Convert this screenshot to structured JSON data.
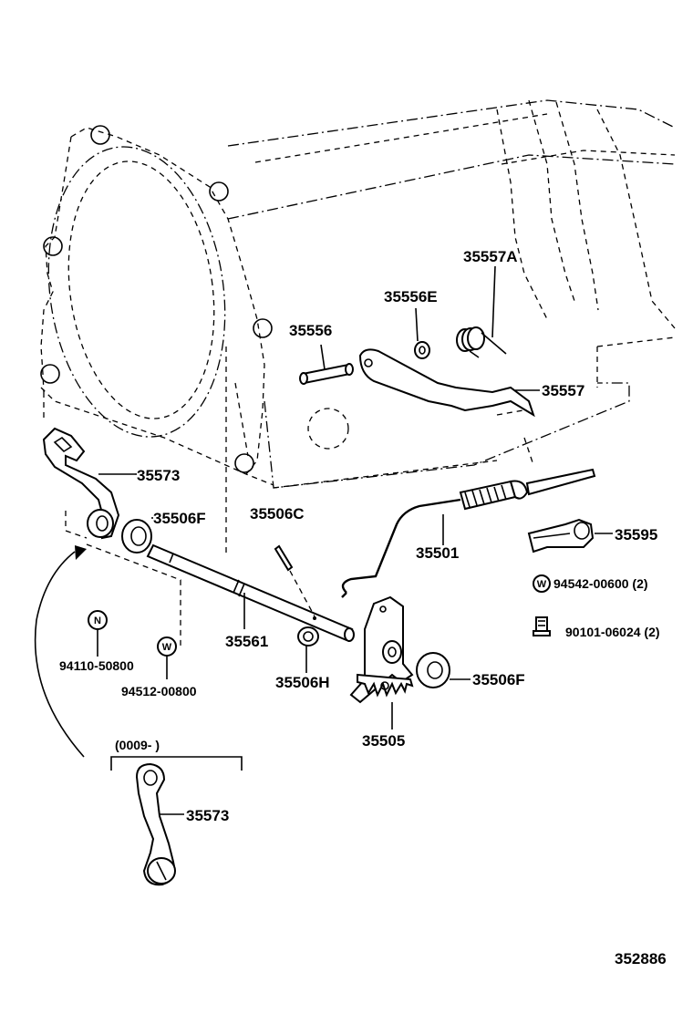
{
  "labels": {
    "p35557A": "35557A",
    "p35556E": "35556E",
    "p35556": "35556",
    "p35557": "35557",
    "p35573_top": "35573",
    "p35506F_left": "35506F",
    "p35506C": "35506C",
    "p35501": "35501",
    "p35595": "35595",
    "washer_94542": "94542-00600 (2)",
    "bolt_90101": "90101-06024 (2)",
    "nut_94110": "94110-50800",
    "washer_94512": "94512-00800",
    "p35561": "35561",
    "p35506H": "35506H",
    "p35506F_right": "35506F",
    "p35505": "35505",
    "date_range": "(0009-   )",
    "p35573_bottom": "35573",
    "figure_number": "352886"
  },
  "markers": {
    "washer": "W",
    "nut": "N"
  },
  "icons": {
    "washer_symbol": "washer-icon",
    "nut_symbol": "nut-icon",
    "bolt_symbol": "bolt-icon"
  }
}
